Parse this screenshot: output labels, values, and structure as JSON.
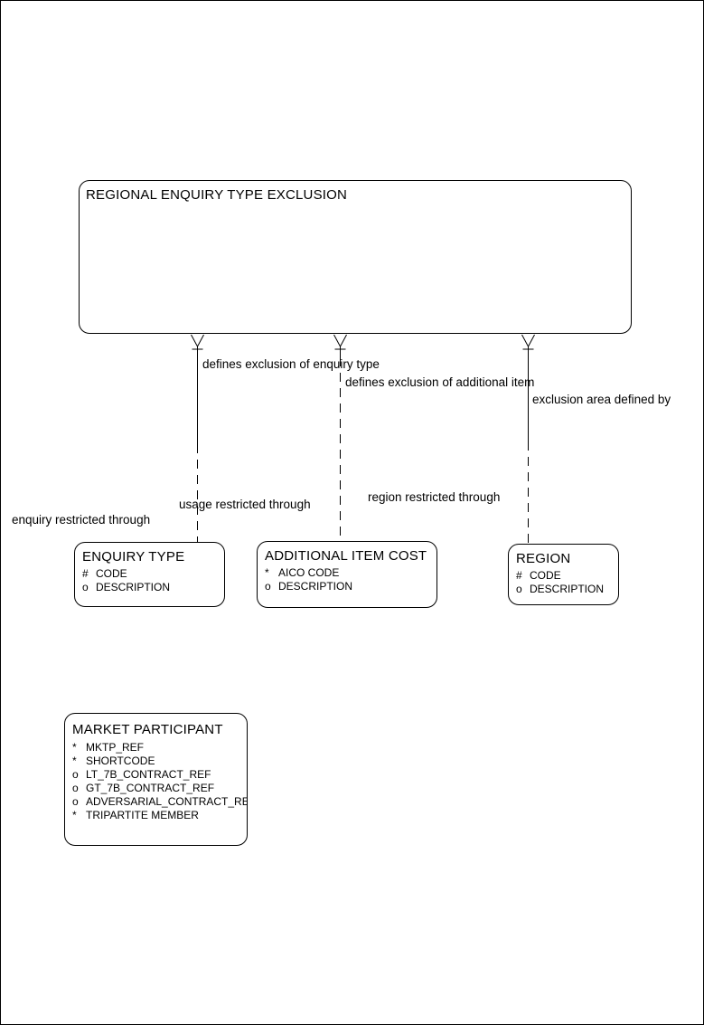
{
  "colors": {
    "background": "#ffffff",
    "foreground": "#000000"
  },
  "entities": [
    {
      "title": "REGIONAL ENQUIRY TYPE EXCLUSION",
      "attributes": []
    },
    {
      "title": "ENQUIRY TYPE",
      "attributes": [
        {
          "marker": "#",
          "name": "CODE"
        },
        {
          "marker": "o",
          "name": "DESCRIPTION"
        }
      ]
    },
    {
      "title": "ADDITIONAL ITEM COST",
      "attributes": [
        {
          "marker": "*",
          "name": "AICO CODE"
        },
        {
          "marker": "o",
          "name": "DESCRIPTION"
        }
      ]
    },
    {
      "title": "REGION",
      "attributes": [
        {
          "marker": "#",
          "name": "CODE"
        },
        {
          "marker": "o",
          "name": "DESCRIPTION"
        }
      ]
    },
    {
      "title": "MARKET PARTICIPANT",
      "attributes": [
        {
          "marker": "*",
          "name": "MKTP_REF"
        },
        {
          "marker": "*",
          "name": "SHORTCODE"
        },
        {
          "marker": "o",
          "name": "LT_7B_CONTRACT_REF"
        },
        {
          "marker": "o",
          "name": "GT_7B_CONTRACT_REF"
        },
        {
          "marker": "o",
          "name": "ADVERSARIAL_CONTRACT_REF"
        },
        {
          "marker": "*",
          "name": "TRIPARTITE MEMBER"
        }
      ]
    }
  ],
  "relationships": [
    {
      "parent_label": "defines exclusion of enquiry type",
      "child_label": "enquiry restricted through"
    },
    {
      "parent_label": "defines exclusion of additional item",
      "child_label": "usage restricted through"
    },
    {
      "parent_label": "exclusion area defined by",
      "child_label": "region restricted through"
    }
  ]
}
